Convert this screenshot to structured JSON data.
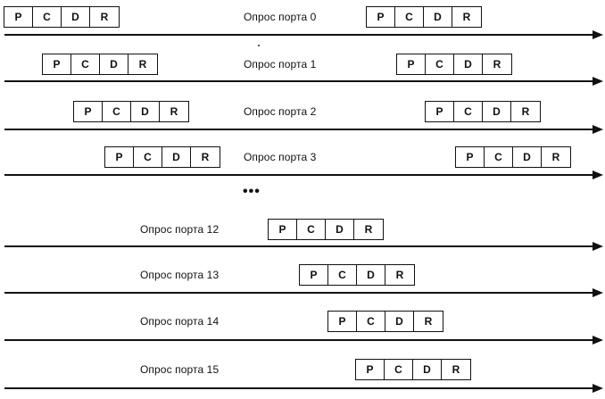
{
  "fields": [
    "P",
    "C",
    "D",
    "R"
  ],
  "rows": [
    {
      "label": "Опрос порта 0"
    },
    {
      "label": "Опрос порта 1"
    },
    {
      "label": "Опрос порта 2"
    },
    {
      "label": "Опрос порта 3"
    },
    {
      "label": "Опрос порта 12"
    },
    {
      "label": "Опрос порта 13"
    },
    {
      "label": "Опрос порта 14"
    },
    {
      "label": "Опрос порта 15"
    }
  ],
  "ellipsis": "•••"
}
